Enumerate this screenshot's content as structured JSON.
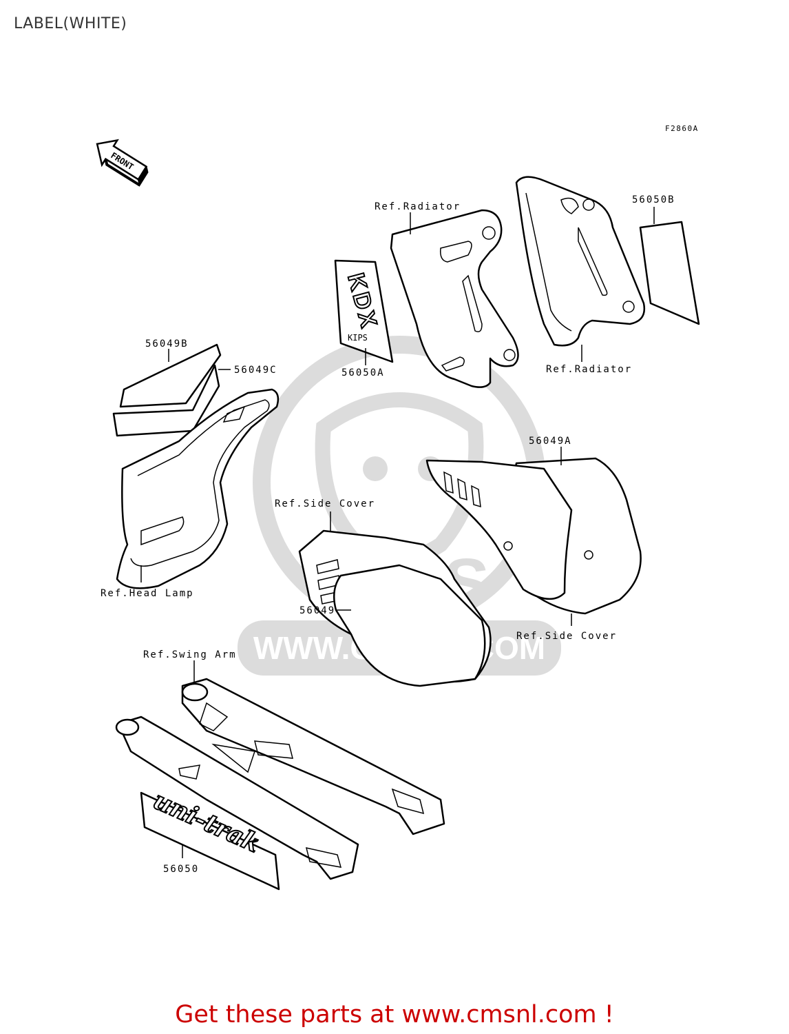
{
  "title": "LABEL(WHITE)",
  "figure_code": "F2860A",
  "front_arrow": "FRONT",
  "watermark": {
    "text": "WWW.CMSNL.COM",
    "logo_text": "CMS",
    "color": "#d9d9d9"
  },
  "labels": {
    "ref_radiator_left": "Ref.Radiator",
    "ref_radiator_right": "Ref.Radiator",
    "p56050B": "56050B",
    "p56050A": "56050A",
    "p56049B": "56049B",
    "p56049C": "56049C",
    "p56049A": "56049A",
    "ref_side_cover_left": "Ref.Side Cover",
    "ref_side_cover_right": "Ref.Side Cover",
    "ref_head_lamp": "Ref.Head Lamp",
    "p56049": "56049",
    "ref_swing_arm": "Ref.Swing Arm",
    "p56050": "56050"
  },
  "decal_text": {
    "kdx": "KDX",
    "kips": "KIPS",
    "uni_trak": "uni-trak"
  },
  "footer": "Get these parts at www.cmsnl.com !",
  "colors": {
    "footer": "#cc0000",
    "lines": "#000000",
    "title": "#333333"
  }
}
